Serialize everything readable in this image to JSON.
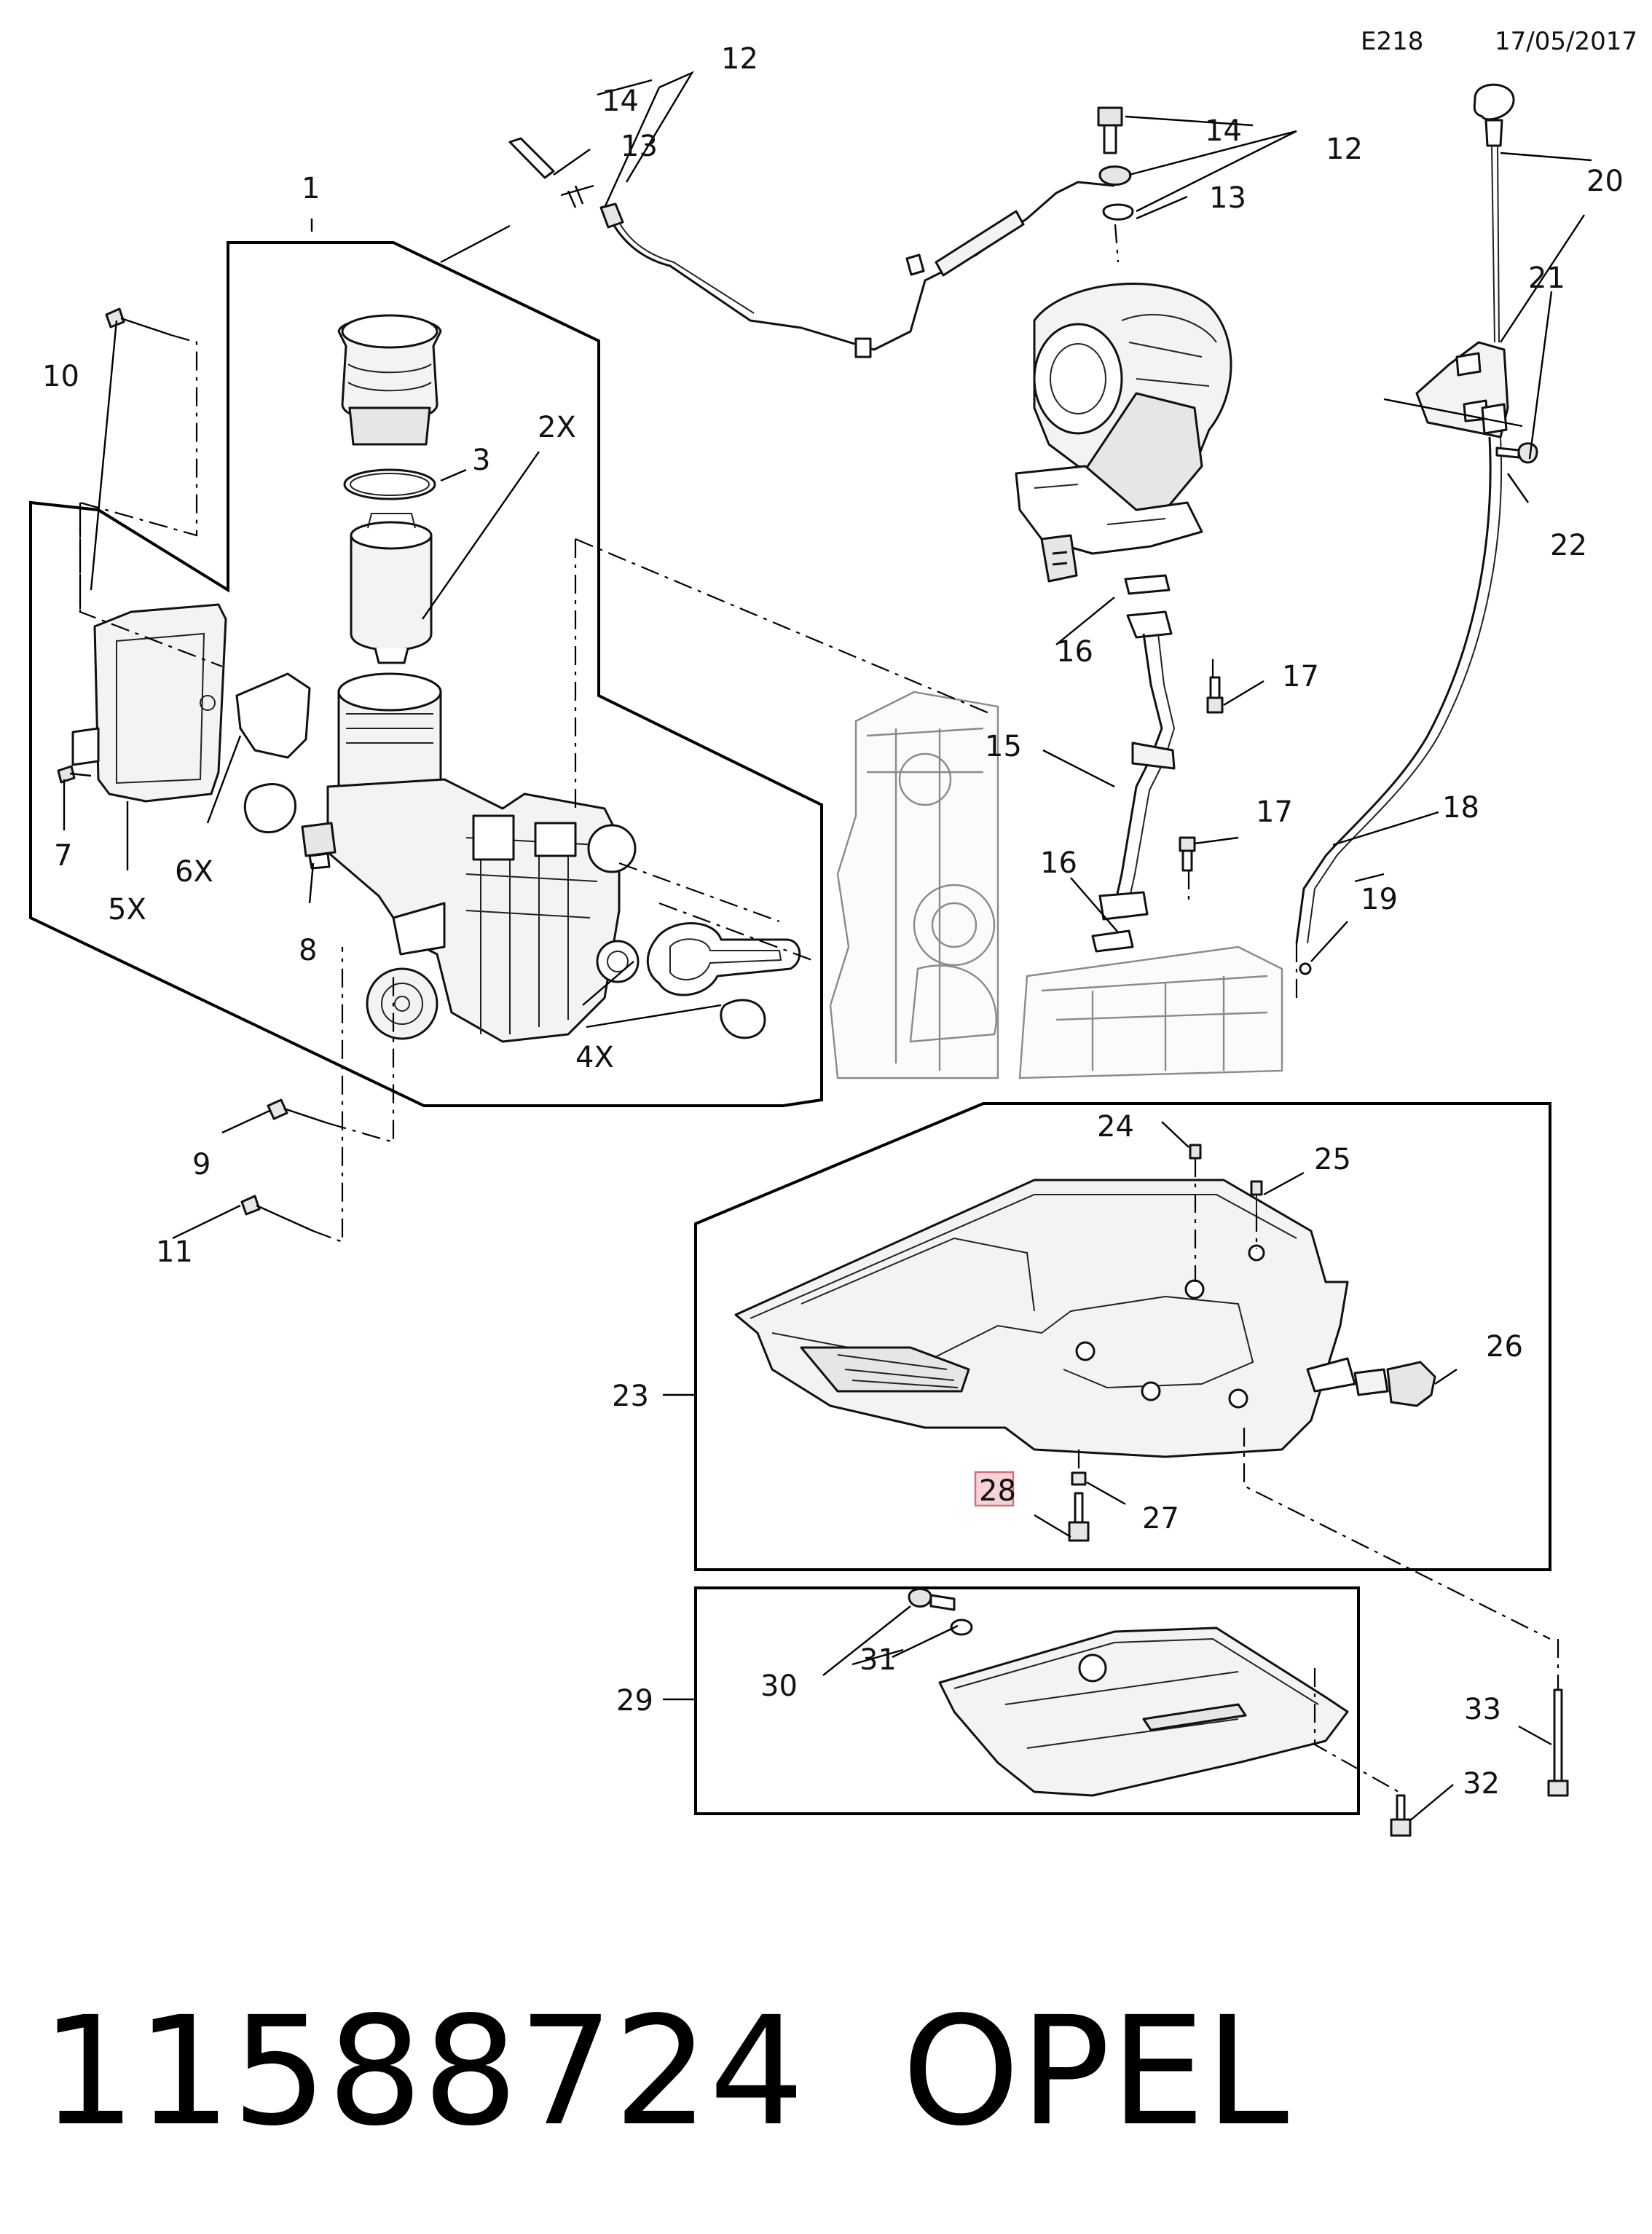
{
  "header": {
    "code": "E218",
    "date": "17/05/2017"
  },
  "footer": {
    "part_number": "11588724",
    "brand": "OPEL"
  },
  "callouts": {
    "c1": "1",
    "c2x": "2X",
    "c3": "3",
    "c4x": "4X",
    "c5x": "5X",
    "c6x": "6X",
    "c7": "7",
    "c8": "8",
    "c9": "9",
    "c10": "10",
    "c11": "11",
    "c12a": "12",
    "c12b": "12",
    "c13a": "13",
    "c13b": "13",
    "c14a": "14",
    "c14b": "14",
    "c15": "15",
    "c16a": "16",
    "c16b": "16",
    "c17a": "17",
    "c17b": "17",
    "c18": "18",
    "c19": "19",
    "c20": "20",
    "c21": "21",
    "c22": "22",
    "c23": "23",
    "c24": "24",
    "c25": "25",
    "c26": "26",
    "c27": "27",
    "c28": "28",
    "c29": "29",
    "c30": "30",
    "c31": "31",
    "c32": "32",
    "c33": "33"
  },
  "highlighted_callout": "28",
  "colors": {
    "ink": "#111111",
    "highlight_fill": "#f6d3d6",
    "highlight_stroke": "#d4707a",
    "ghost": "#8a8a8a"
  }
}
